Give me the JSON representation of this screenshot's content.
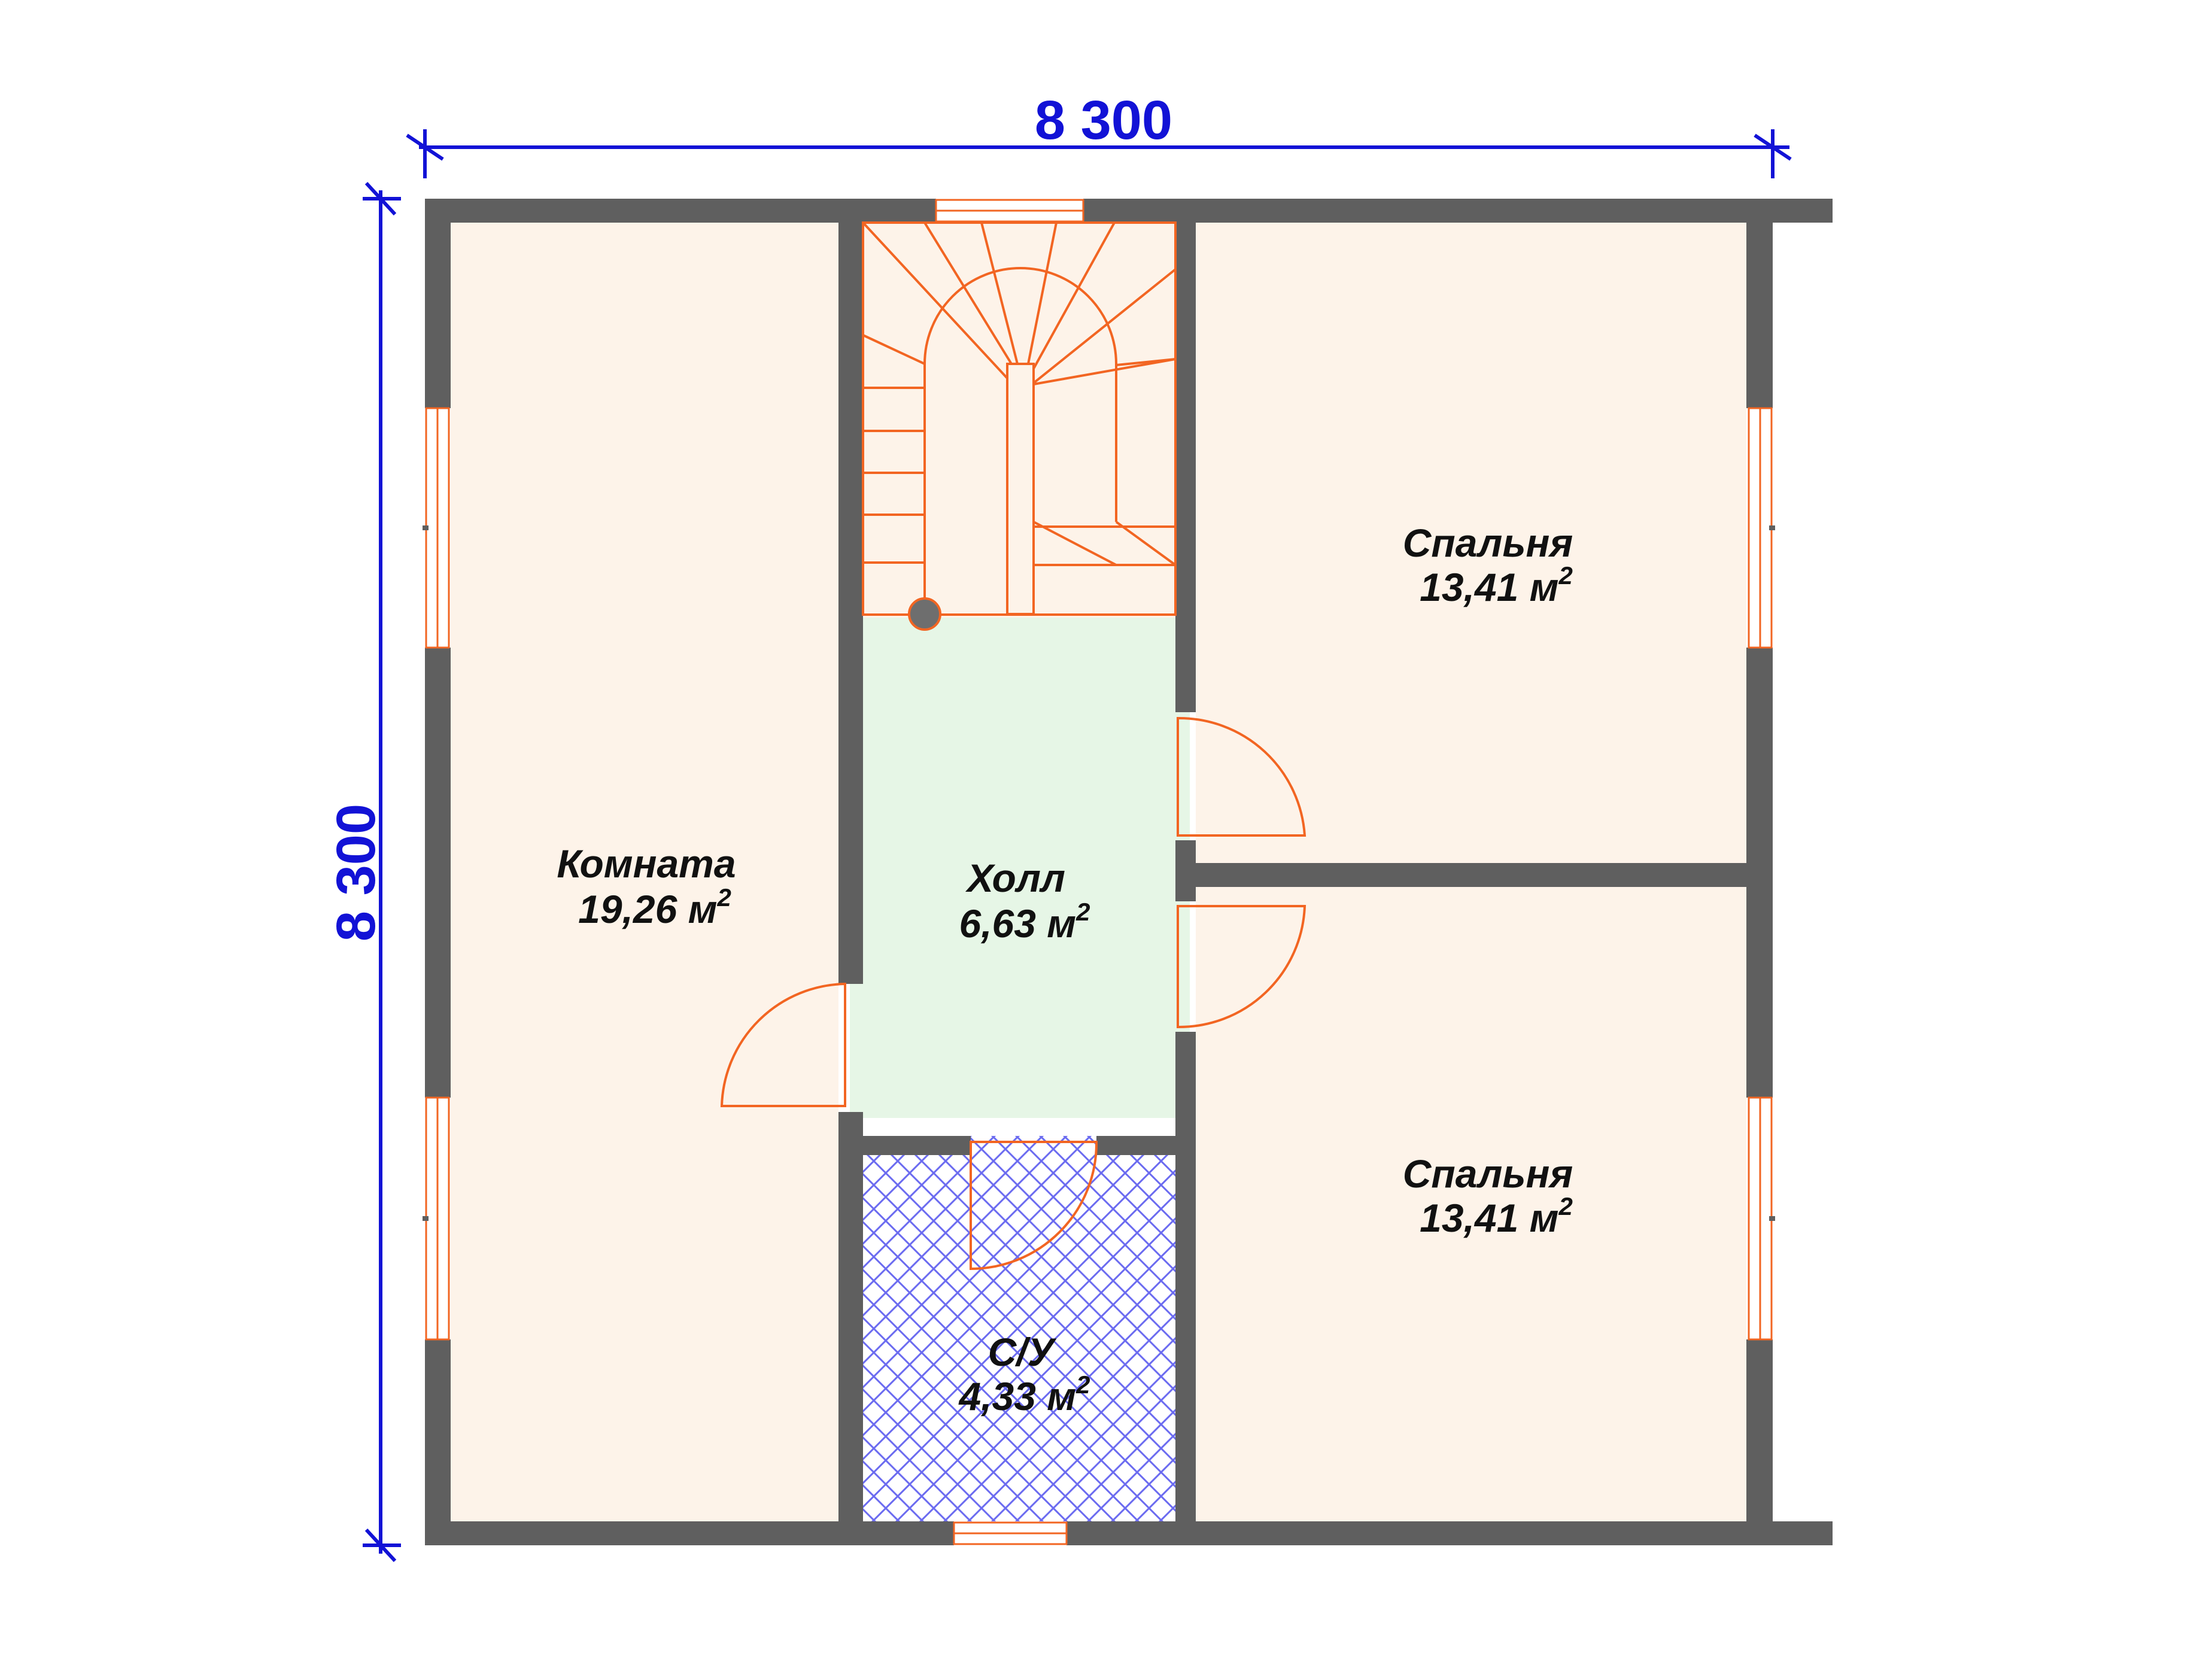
{
  "colors": {
    "wall": "#5f5f5f",
    "room_fill": "#fdf3e9",
    "hall_fill": "#e6f6e6",
    "bath_hatch": "#6b6bf0",
    "door": "#f26522",
    "dimension": "#1212d6"
  },
  "dimensions": {
    "width": "8 300",
    "height": "8 300"
  },
  "rooms": [
    {
      "id": "komnata",
      "name": "Комната",
      "area": "19,26 м",
      "sup": "2"
    },
    {
      "id": "hall",
      "name": "Холл",
      "area": "6,63 м",
      "sup": "2"
    },
    {
      "id": "bedroom-top",
      "name": "Спальня",
      "area": "13,41 м",
      "sup": "2"
    },
    {
      "id": "bedroom-bottom",
      "name": "Спальня",
      "area": "13,41 м",
      "sup": "2"
    },
    {
      "id": "bathroom",
      "name": "С/У",
      "area": "4,33 м",
      "sup": "2"
    }
  ]
}
